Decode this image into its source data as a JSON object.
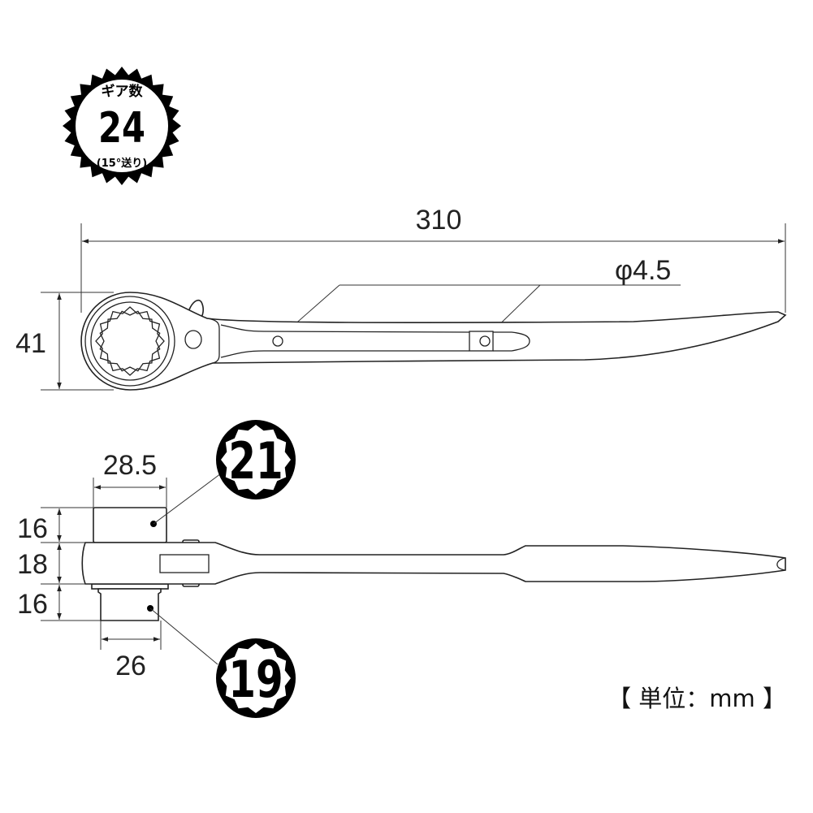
{
  "badge": {
    "title": "ギア数",
    "value": "24",
    "note": "(15°送り)"
  },
  "dimensions": {
    "length": "310",
    "hole": "φ4.5",
    "height": "41",
    "socket_top_width": "28.5",
    "socket_top_height": "16",
    "head_thickness": "18",
    "socket_bottom_height": "16",
    "socket_bottom_width": "26"
  },
  "sizes": {
    "large": "21",
    "small": "19"
  },
  "unit_label": "【 単位：mm 】"
}
